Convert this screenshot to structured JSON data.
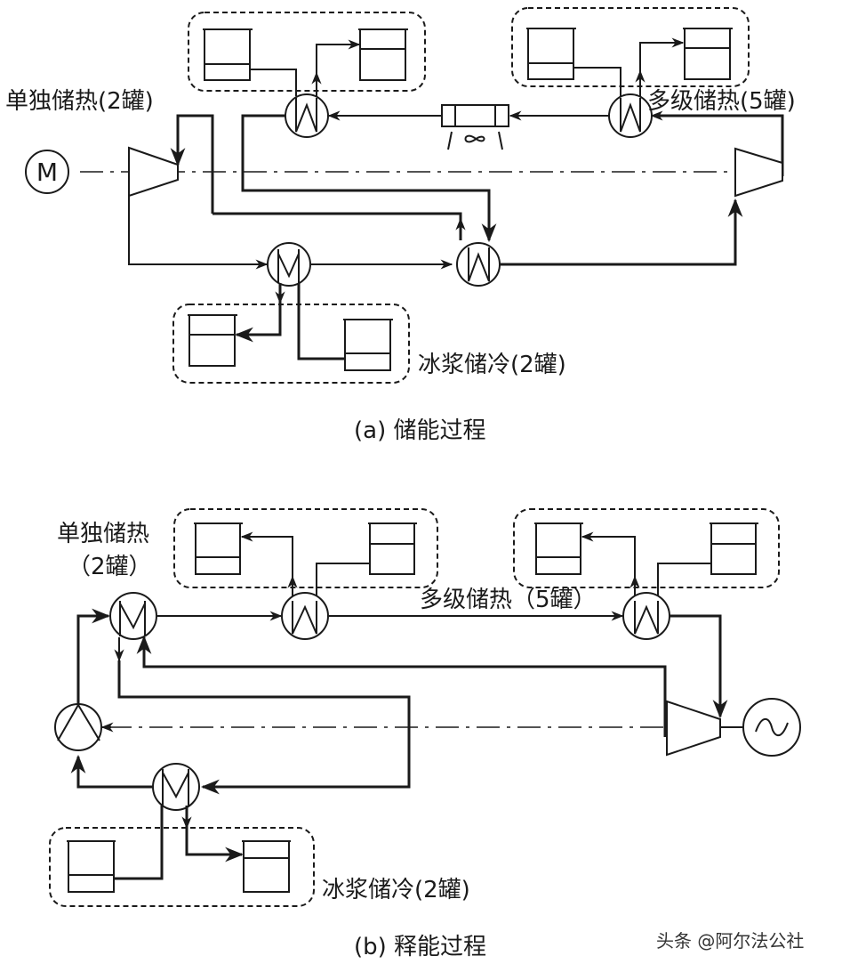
{
  "diagram_a": {
    "caption": "(a) 储能过程",
    "labels": {
      "single_heat_storage": "单独储热(2罐)",
      "multi_heat_storage": "多级储热(5罐)",
      "ice_slurry_cold_storage": "冰浆储冷(2罐)"
    },
    "components": {
      "motor": "M"
    }
  },
  "diagram_b": {
    "caption": "(b) 释能过程",
    "labels": {
      "single_heat_storage_line1": "单独储热",
      "single_heat_storage_line2": "（2罐）",
      "multi_heat_storage": "多级储热（5罐）",
      "ice_slurry_cold_storage": "冰浆储冷(2罐)"
    }
  },
  "watermark": "头条 @阿尔法公社",
  "colors": {
    "line": "#1a1a1a",
    "background": "#ffffff"
  }
}
